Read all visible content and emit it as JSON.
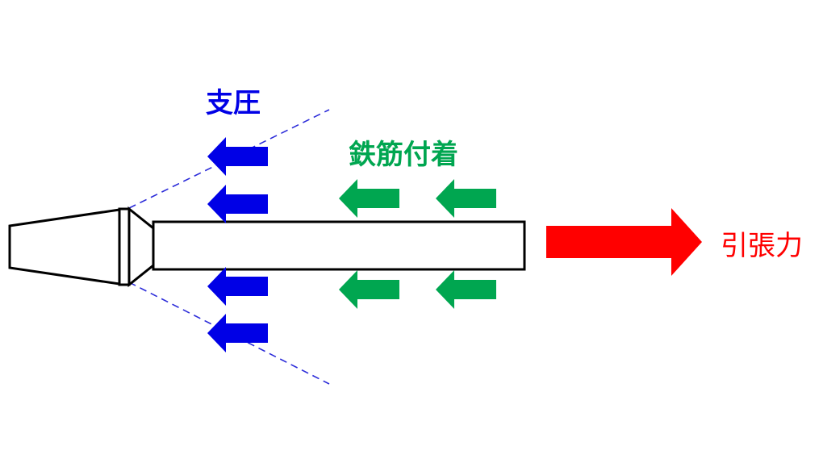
{
  "labels": {
    "bearing_pressure": "支圧",
    "rebar_bond": "鉄筋付着",
    "tensile_force": "引張力"
  },
  "colors": {
    "bearing": "#0000e6",
    "bond": "#00a650",
    "tension": "#ff0000",
    "outline": "#000000",
    "background": "#ffffff"
  }
}
